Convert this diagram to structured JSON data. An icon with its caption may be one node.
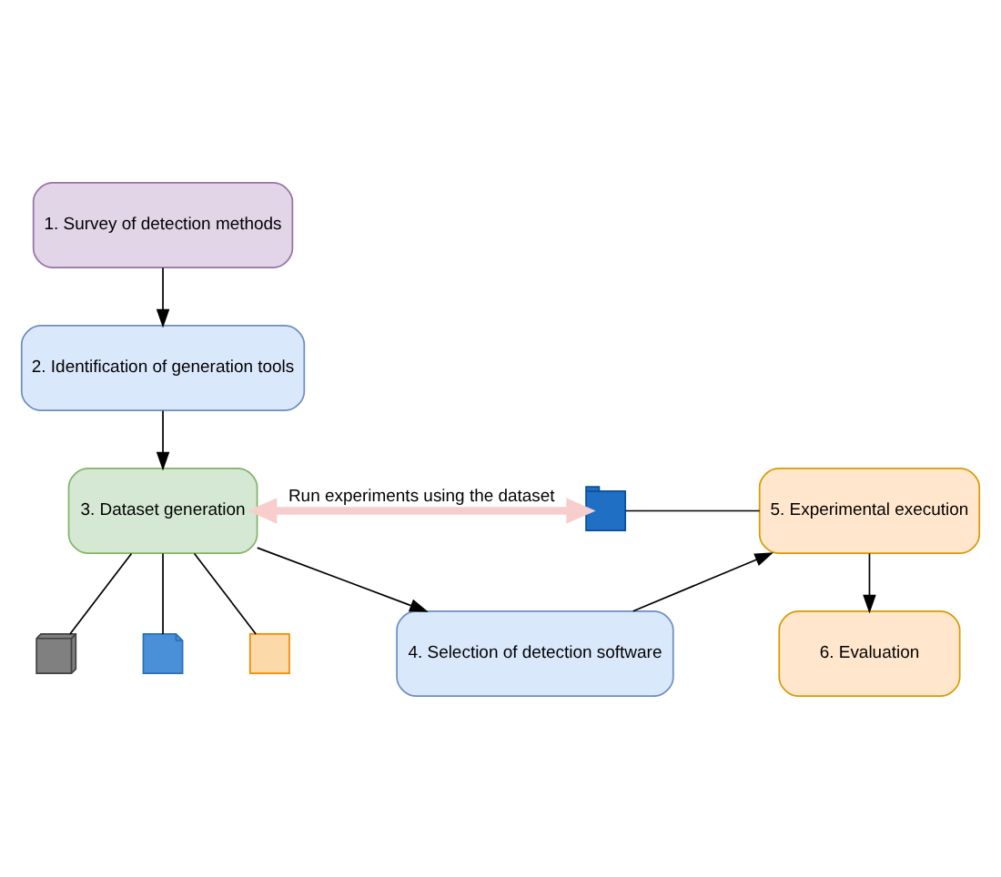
{
  "diagram": {
    "nodes": [
      {
        "text": [
          "1. Survey of detection methods"
        ]
      },
      {
        "text": [
          "2. Identification of generation tools"
        ]
      },
      {
        "text": [
          "3. Dataset generation"
        ]
      },
      {
        "text": [
          "4. Selection of detection software"
        ]
      },
      {
        "text": [
          "5. Experimental execution"
        ]
      },
      {
        "text": [
          "6. Evaluation"
        ]
      },
      {
        "text": [],
        "shape": "box"
      },
      {
        "text": [],
        "shape": "film"
      },
      {
        "text": [],
        "shape": "document"
      },
      {
        "text": [],
        "shape": "window"
      }
    ],
    "edges": [
      {
        "from": 0,
        "to": 1,
        "arrow": "to"
      },
      {
        "from": 1,
        "to": 2,
        "arrow": "to"
      },
      {
        "from": 2,
        "to": 3,
        "arrow": "to"
      },
      {
        "from": 3,
        "to": 4,
        "arrow": "to"
      },
      {
        "from": 4,
        "to": 5,
        "arrow": "to"
      },
      {
        "from": 2,
        "to": 6,
        "arrow": "none"
      },
      {
        "from": 2,
        "to": 7,
        "arrow": "none"
      },
      {
        "from": 2,
        "to": 8,
        "arrow": "none"
      },
      {
        "from": 2,
        "to": 9,
        "arrow": "both",
        "label": "Run experiments using the dataset",
        "style": "thick",
        "color": "#f8cecc"
      },
      {
        "from": 9,
        "to": 4,
        "arrow": "none"
      }
    ]
  }
}
